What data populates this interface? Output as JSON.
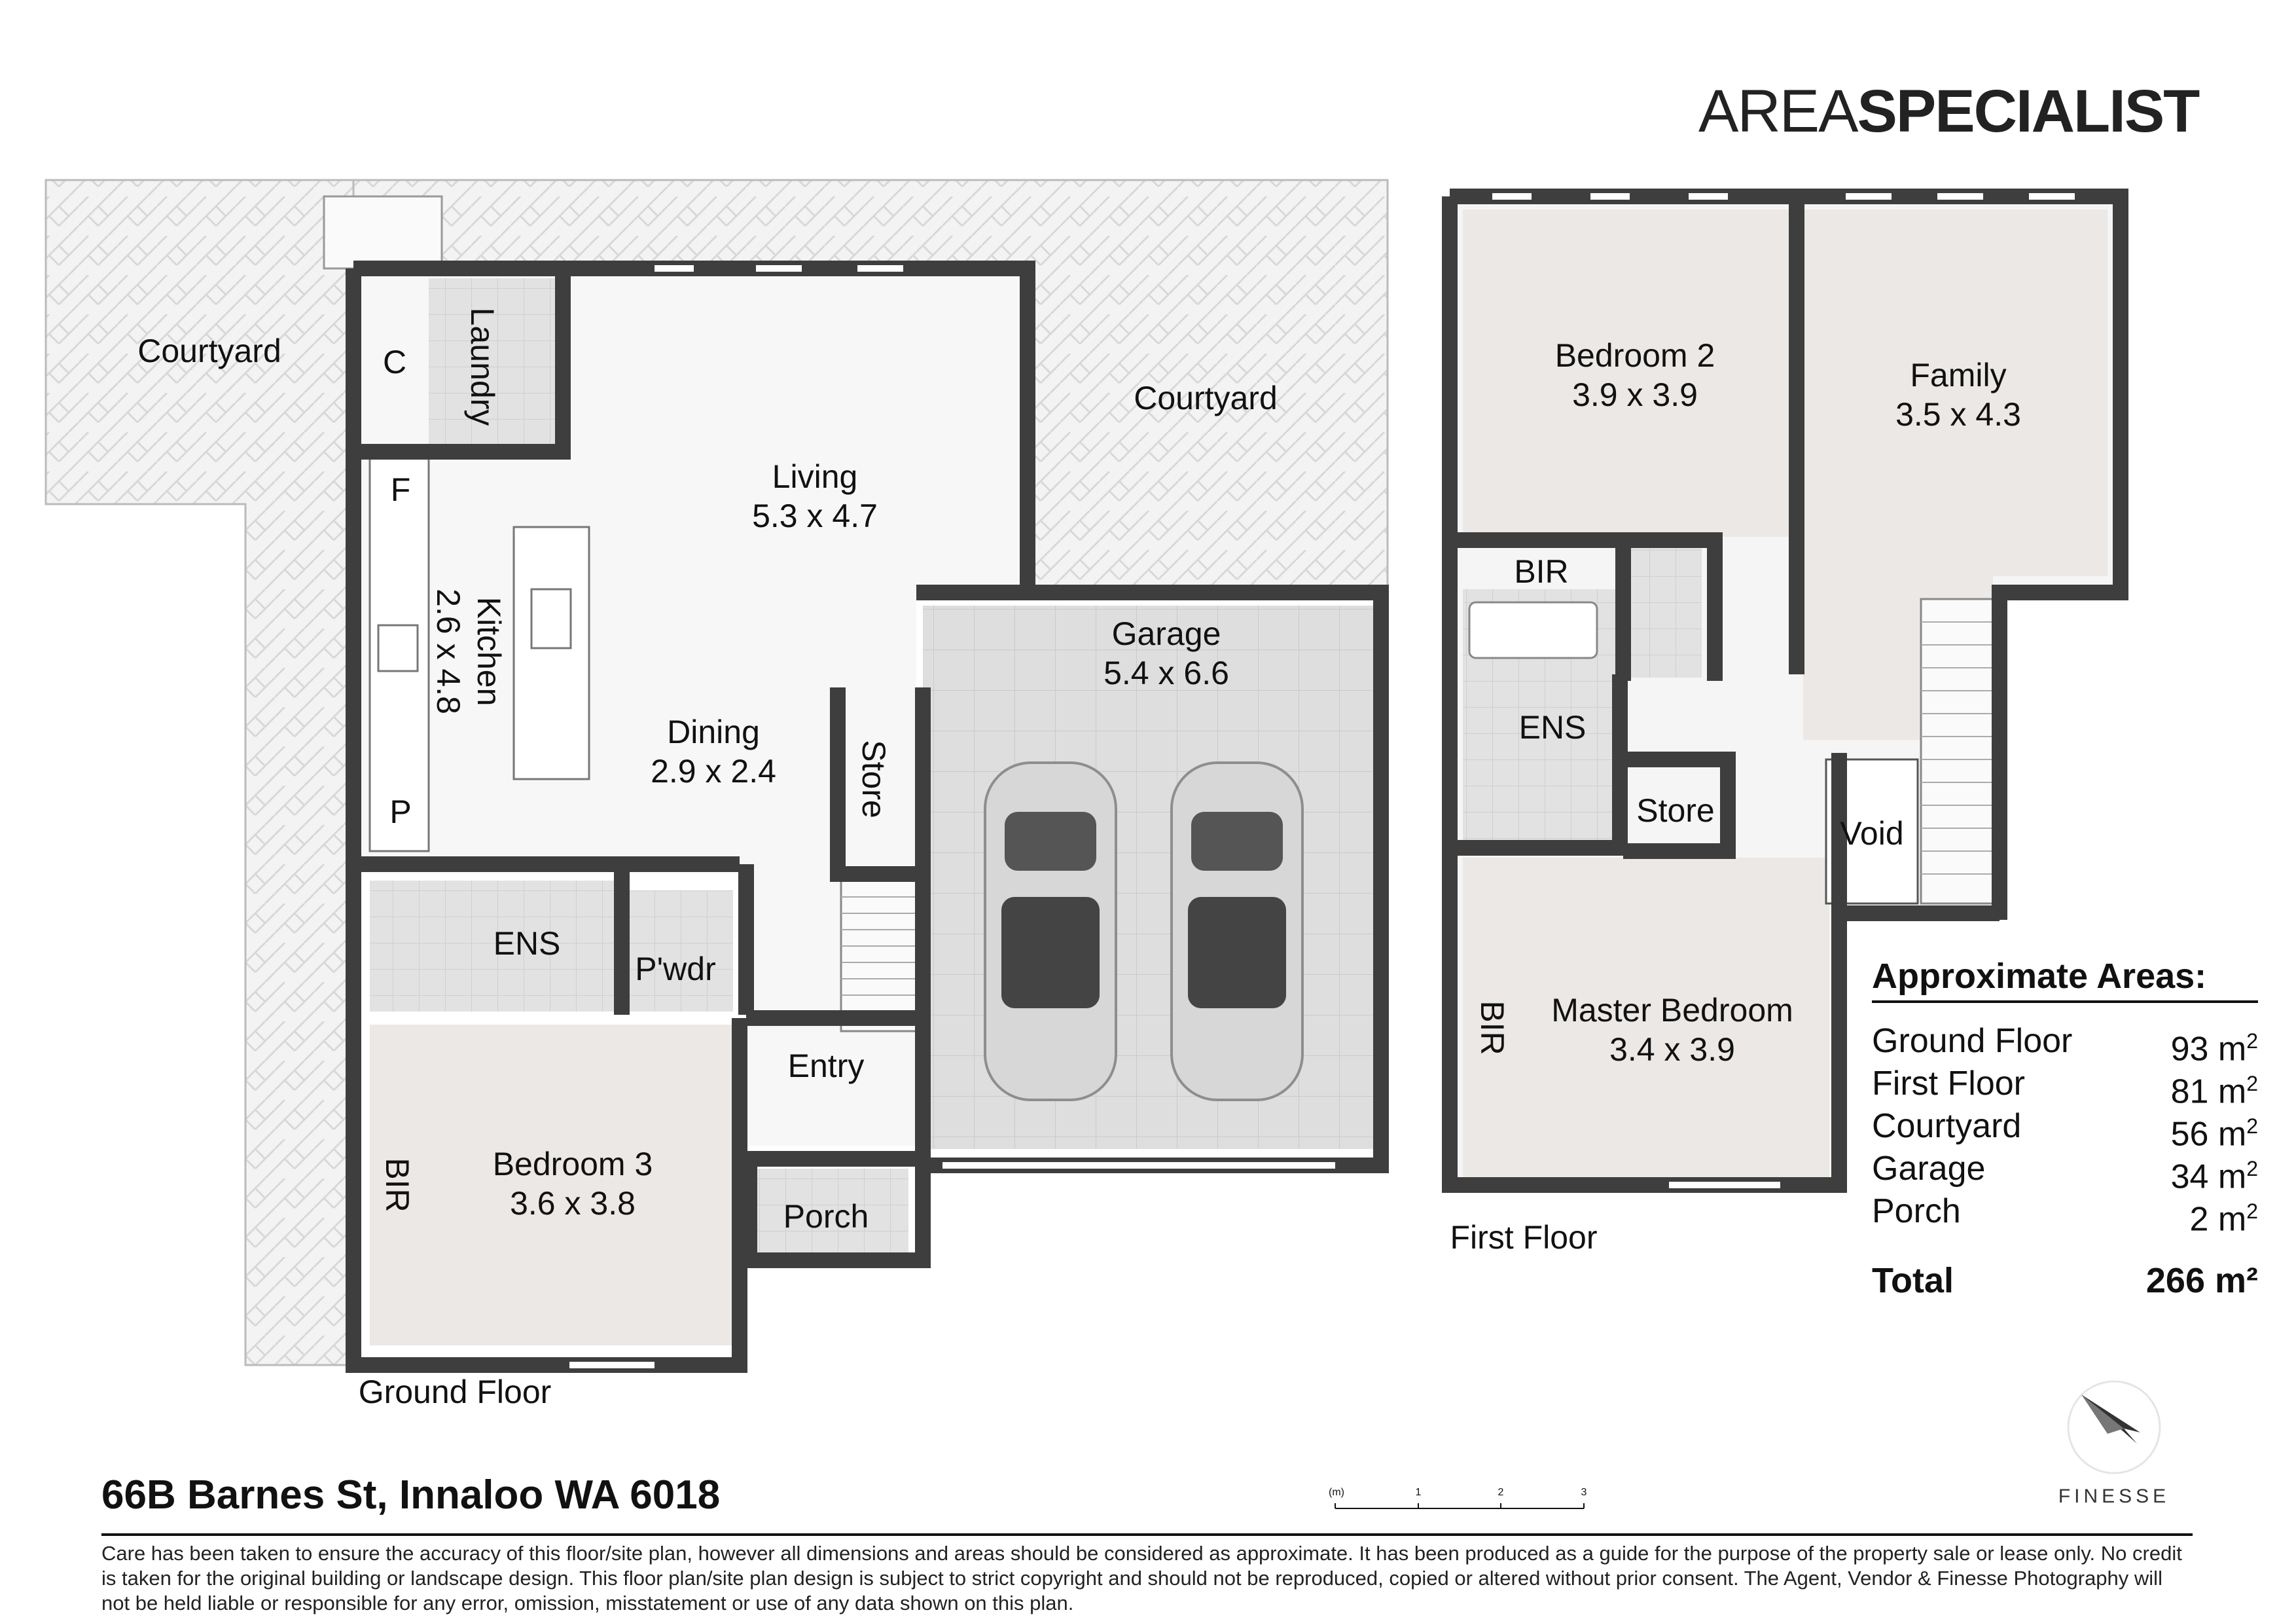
{
  "brand": {
    "logo_light": "AREA",
    "logo_bold": "SPECIALIST",
    "footer_brand": "FINESSE"
  },
  "ground_floor": {
    "label": "Ground Floor",
    "rooms": {
      "courtyard_left": "Courtyard",
      "courtyard_right": "Courtyard",
      "laundry": "Laundry",
      "c": "C",
      "f": "F",
      "p": "P",
      "kitchen_name": "Kitchen",
      "kitchen_dim": "2.6 x 4.8",
      "living_name": "Living",
      "living_dim": "5.3 x 4.7",
      "dining_name": "Dining",
      "dining_dim": "2.9 x 2.4",
      "store": "Store",
      "garage_name": "Garage",
      "garage_dim": "5.4 x 6.6",
      "ens": "ENS",
      "pwdr": "P'wdr",
      "entry": "Entry",
      "porch": "Porch",
      "bir": "BIR",
      "bedroom3_name": "Bedroom 3",
      "bedroom3_dim": "3.6 x 3.8"
    }
  },
  "first_floor": {
    "label": "First Floor",
    "rooms": {
      "bedroom2_name": "Bedroom 2",
      "bedroom2_dim": "3.9 x 3.9",
      "family_name": "Family",
      "family_dim": "3.5 x 4.3",
      "bir_top": "BIR",
      "ens": "ENS",
      "store": "Store",
      "void": "Void",
      "bir_side": "BIR",
      "master_name": "Master Bedroom",
      "master_dim": "3.4 x 3.9"
    }
  },
  "areas": {
    "title": "Approximate Areas:",
    "unit": "m",
    "unit_exp": "2",
    "rows": [
      {
        "name": "Ground Floor",
        "value": "93"
      },
      {
        "name": "First Floor",
        "value": "81"
      },
      {
        "name": "Courtyard",
        "value": "56"
      },
      {
        "name": "Garage",
        "value": "34"
      },
      {
        "name": "Porch",
        "value": "2"
      }
    ],
    "total_label": "Total",
    "total_value": "266 m²"
  },
  "scale": {
    "unit": "(m)",
    "ticks": [
      "1",
      "2",
      "3"
    ]
  },
  "address": "66B Barnes St, Innaloo WA 6018",
  "disclaimer": "Care has been taken to ensure the accuracy of this floor/site plan, however all dimensions and areas should be considered as approximate. It has been produced as a guide for the purpose of the property sale or lease only. No credit is taken for the original building or landscape design. This floor plan/site plan design is subject to strict copyright and should not be reproduced, copied or altered without prior consent. The Agent, Vendor & Finesse Photography will not be held liable or responsible for any error, omission, misstatement or use of any data shown on this plan.",
  "colors": {
    "wall": "#3e3e3e",
    "carpet": "#ebe8e5",
    "tile": "#e3e3e3",
    "floor": "#f7f7f7",
    "paving": "#eeeeee"
  }
}
